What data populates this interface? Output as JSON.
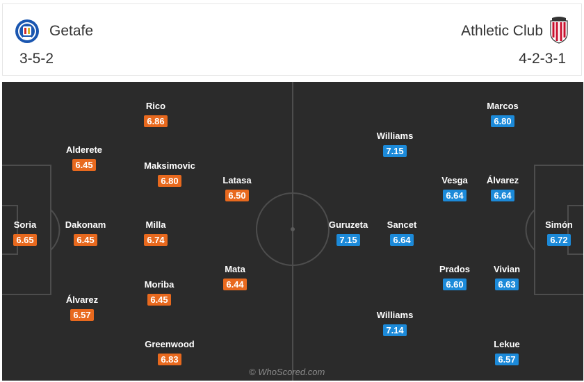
{
  "home": {
    "name": "Getafe",
    "formation": "3-5-2",
    "players": [
      {
        "name": "Soria",
        "rating": "6.65"
      },
      {
        "name": "Alderete",
        "rating": "6.45"
      },
      {
        "name": "Dakonam",
        "rating": "6.45"
      },
      {
        "name": "Álvarez",
        "rating": "6.57"
      },
      {
        "name": "Rico",
        "rating": "6.86"
      },
      {
        "name": "Maksimovic",
        "rating": "6.80"
      },
      {
        "name": "Milla",
        "rating": "6.74"
      },
      {
        "name": "Moriba",
        "rating": "6.45"
      },
      {
        "name": "Greenwood",
        "rating": "6.83"
      },
      {
        "name": "Latasa",
        "rating": "6.50"
      },
      {
        "name": "Mata",
        "rating": "6.44"
      }
    ]
  },
  "away": {
    "name": "Athletic Club",
    "formation": "4-2-3-1",
    "players": [
      {
        "name": "Simón",
        "rating": "6.72"
      },
      {
        "name": "Marcos",
        "rating": "6.80"
      },
      {
        "name": "Álvarez",
        "rating": "6.64"
      },
      {
        "name": "Vivian",
        "rating": "6.63"
      },
      {
        "name": "Lekue",
        "rating": "6.57"
      },
      {
        "name": "Vesga",
        "rating": "6.64"
      },
      {
        "name": "Prados",
        "rating": "6.60"
      },
      {
        "name": "Williams",
        "rating": "7.15"
      },
      {
        "name": "Sancet",
        "rating": "6.64"
      },
      {
        "name": "Williams",
        "rating": "7.14"
      },
      {
        "name": "Guruzeta",
        "rating": "7.15"
      }
    ]
  },
  "colors": {
    "home_rating": "#e8691e",
    "away_rating": "#1c8ad9",
    "pitch": "#2b2b2b"
  },
  "icons": {
    "home_crest": "getafe-crest-icon",
    "away_crest": "athletic-club-crest-icon"
  },
  "watermark": "© WhoScored.com"
}
